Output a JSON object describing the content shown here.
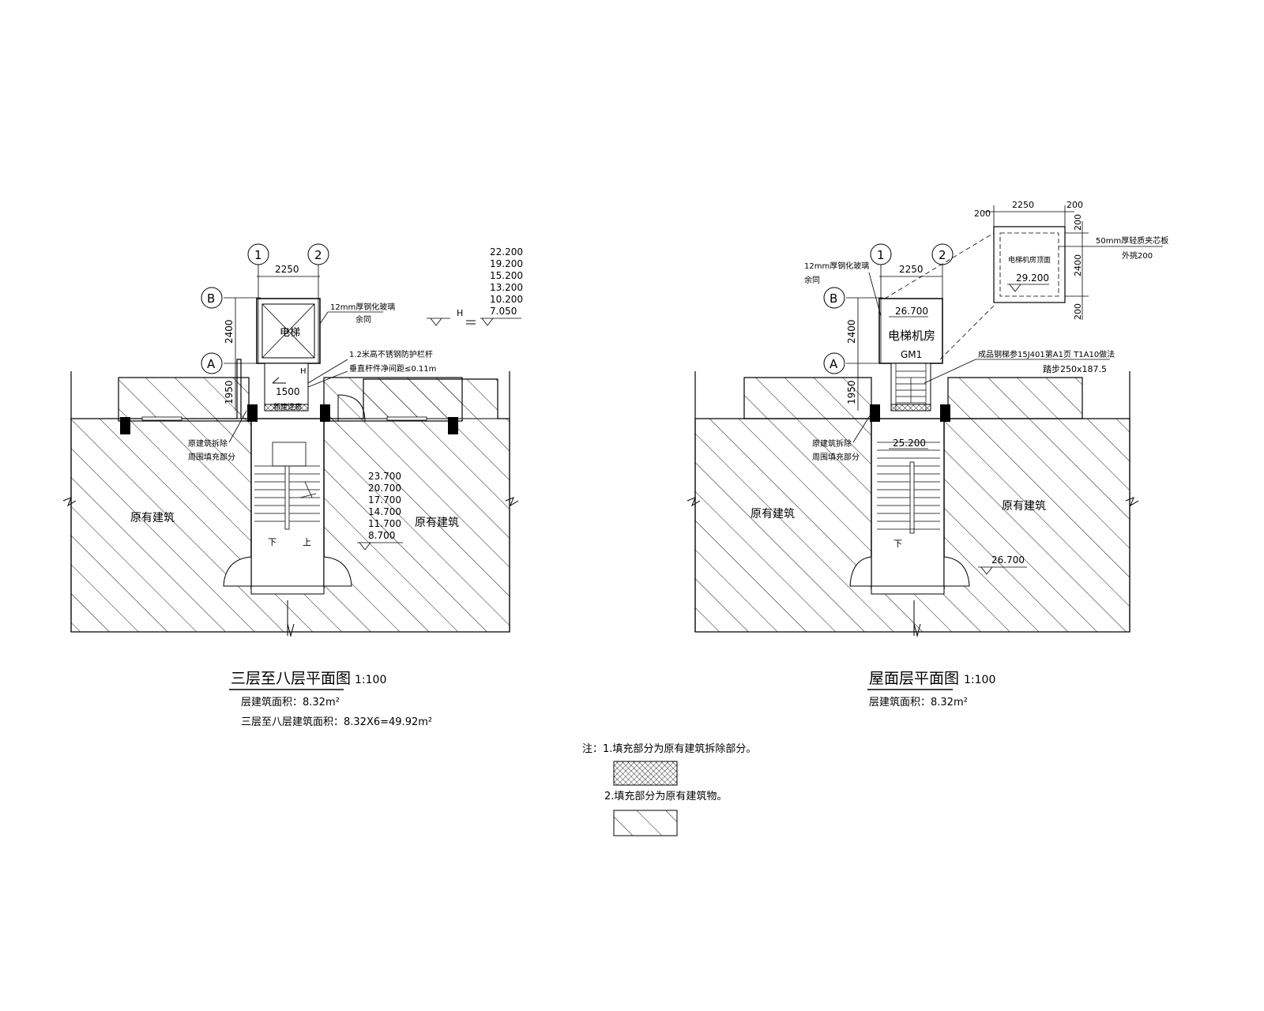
{
  "left_plan": {
    "title": "三层至八层平面图",
    "scale": "1:100",
    "area_line1": "层建筑面积：8.32m²",
    "area_line2": "三层至八层建筑面积：8.32X6=49.92m²",
    "axis_1": "1",
    "axis_2": "2",
    "axis_A": "A",
    "axis_B": "B",
    "dim_width": "2250",
    "dim_depth": "2400",
    "dim_corridor_depth": "1950",
    "dim_corridor_width": "1500",
    "elevator_label": "电梯",
    "glass_note_1": "12mm厚钢化玻璃",
    "glass_note_2": "余同",
    "rail_note_1": "1.2米高不锈钢防护栏杆",
    "rail_note_2": "垂直杆件净间距≤0.11m",
    "corridor_label": "新建连廊",
    "demolish_note_1": "原建筑拆除",
    "demolish_note_2": "周围填充部分",
    "existing_left": "原有建筑",
    "existing_right": "原有建筑",
    "elev_list_top": [
      "22.200",
      "19.200",
      "15.200",
      "13.200",
      "10.200",
      "7.050"
    ],
    "elev_h_1": "H",
    "elev_h_2": "H",
    "elev_list_stair": [
      "23.700",
      "20.700",
      "17.700",
      "14.700",
      "11.700",
      "8.700"
    ],
    "stair_down": "下",
    "stair_up": "上"
  },
  "right_plan": {
    "title": "屋面层平面图",
    "scale": "1:100",
    "area_line1": "层建筑面积：8.32m²",
    "axis_1": "1",
    "axis_2": "2",
    "axis_A": "A",
    "axis_B": "B",
    "dim_width": "2250",
    "dim_depth": "2400",
    "dim_corridor_depth": "1950",
    "glass_note_1": "12mm厚钢化玻璃",
    "glass_note_2": "余同",
    "room_elev": "26.700",
    "room_label": "电梯机房",
    "door_label": "GM1",
    "ladder_note_1": "成品钢梯参15J401第A1页 T1A10做法",
    "ladder_note_2": "踏步250x187.5",
    "demolish_note_1": "原建筑拆除",
    "demolish_note_2": "周围填充部分",
    "stair_elev": "25.200",
    "existing_left": "原有建筑",
    "existing_right": "原有建筑",
    "roof_elev": "26.700",
    "stair_down": "下",
    "detail": {
      "dim_top_left": "200",
      "dim_top_mid": "2250",
      "dim_top_right": "200",
      "dim_right_top": "200",
      "dim_right_mid": "2400",
      "dim_right_bottom": "200",
      "room_roof_label": "电梯机房顶面",
      "room_roof_elev": "29.200",
      "panel_note_1": "50mm厚轻质夹芯板",
      "panel_note_2": "外挑200"
    }
  },
  "notes": {
    "note1": "注：1.填充部分为原有建筑拆除部分。",
    "note2": "2.填充部分为原有建筑物。"
  }
}
